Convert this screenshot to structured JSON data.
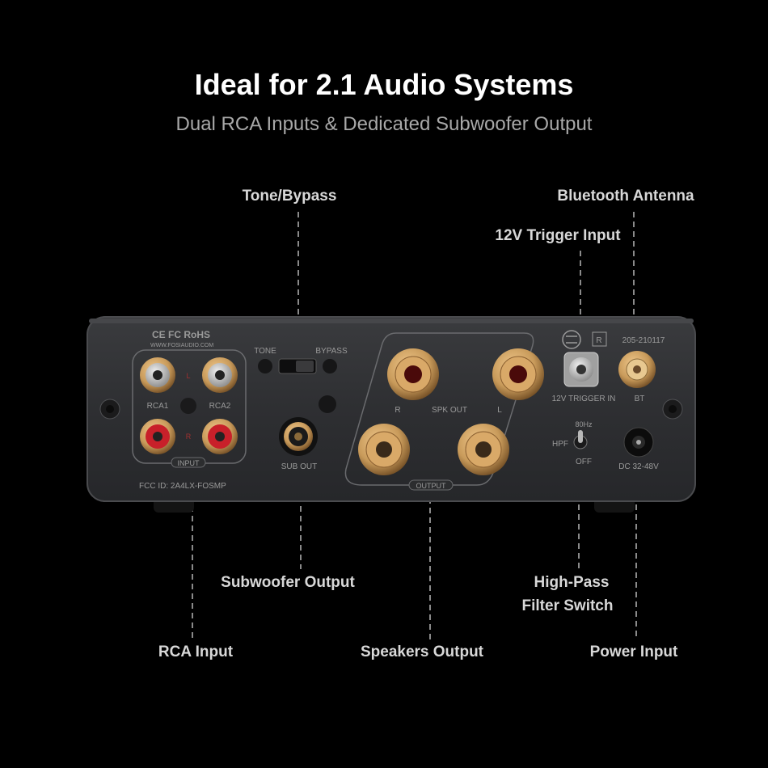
{
  "header": {
    "title": "Ideal for 2.1 Audio Systems",
    "subtitle": "Dual RCA Inputs & Dedicated Subwoofer Output"
  },
  "callouts": {
    "tone_bypass": "Tone/Bypass",
    "bluetooth_antenna": "Bluetooth Antenna",
    "trigger_input": "12V Trigger Input",
    "subwoofer_output": "Subwoofer Output",
    "hpf_line1": "High-Pass",
    "hpf_line2": "Filter Switch",
    "rca_input": "RCA Input",
    "speakers_output": "Speakers Output",
    "power_input": "Power Input"
  },
  "panel": {
    "cert_marks": "CE FC RoHS",
    "website": "WWW.FOSIAUDIO.COM",
    "tone": "TONE",
    "bypass": "BYPASS",
    "rca1": "RCA1",
    "rca2": "RCA2",
    "l": "L",
    "r": "R",
    "input": "INPUT",
    "sub_out": "SUB OUT",
    "spk_out": "SPK OUT",
    "output": "OUTPUT",
    "fcc": "FCC ID:  2A4LX-FOSMP",
    "r_box": "R",
    "cert_number": "205-210117",
    "trigger_in": "12V TRIGGER IN",
    "bt": "BT",
    "hz80": "80Hz",
    "hpf": "HPF",
    "off": "OFF",
    "dc": "DC 32-48V"
  },
  "colors": {
    "background": "#000000",
    "chassis": "#2c2d2f",
    "gold": "#c89a5a",
    "rca_red": "#c8202a",
    "rca_white": "#e8e8e8"
  }
}
